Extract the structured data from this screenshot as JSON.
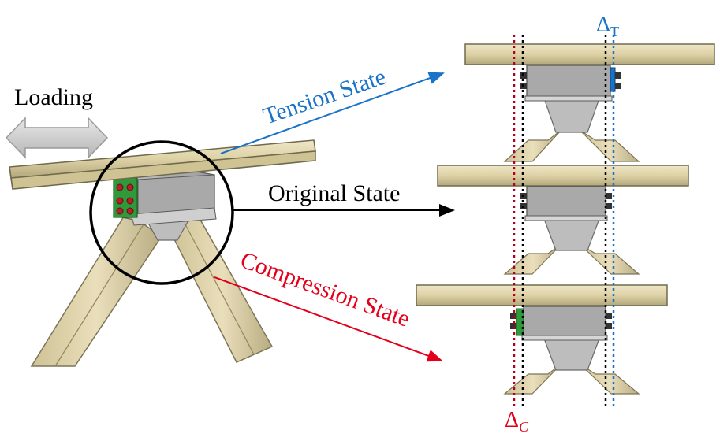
{
  "labels": {
    "loading": "Loading",
    "tension_state": "Tension State",
    "original_state": "Original State",
    "compression_state": "Compression State",
    "delta_t_symbol": "Δ",
    "delta_t_subscript": "T",
    "delta_c_symbol": "Δ",
    "delta_c_subscript": "C"
  },
  "colors": {
    "tension": "#1a73c7",
    "compression": "#e3001b",
    "original": "#000000",
    "beam_fill": "#e6dcb6",
    "beam_edge": "#6e6a4e",
    "connector": "#8c8c8c",
    "bolt_plate_green": "#2f9a3a",
    "bolt_red": "#b4202a"
  },
  "icons": {
    "loading_arrow": "double-headed-arrow-icon"
  }
}
